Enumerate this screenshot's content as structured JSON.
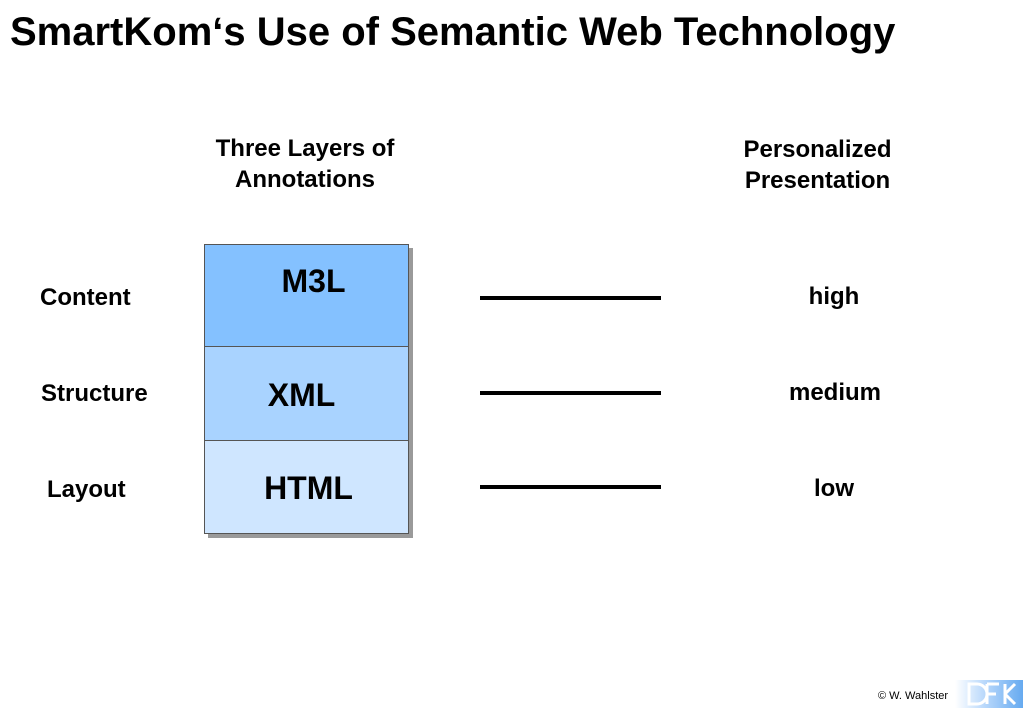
{
  "title": "SmartKom‘s Use of Semantic Web Technology",
  "left_heading": {
    "line1": "Three Layers of",
    "line2": "Annotations"
  },
  "right_heading": {
    "line1": "Personalized",
    "line2": "Presentation"
  },
  "rows": [
    {
      "label": "Content",
      "layer": "M3L",
      "level": "high"
    },
    {
      "label": "Structure",
      "layer": "XML",
      "level": "medium"
    },
    {
      "label": "Layout",
      "layer": "HTML",
      "level": "low"
    }
  ],
  "layer_colors": [
    "#84c1ff",
    "#a9d3ff",
    "#cfe6ff"
  ],
  "footer": {
    "copyright": "© W. Wahlster"
  },
  "logo": {
    "icon": "dfki-logo-icon",
    "color": "#66aaf0"
  }
}
